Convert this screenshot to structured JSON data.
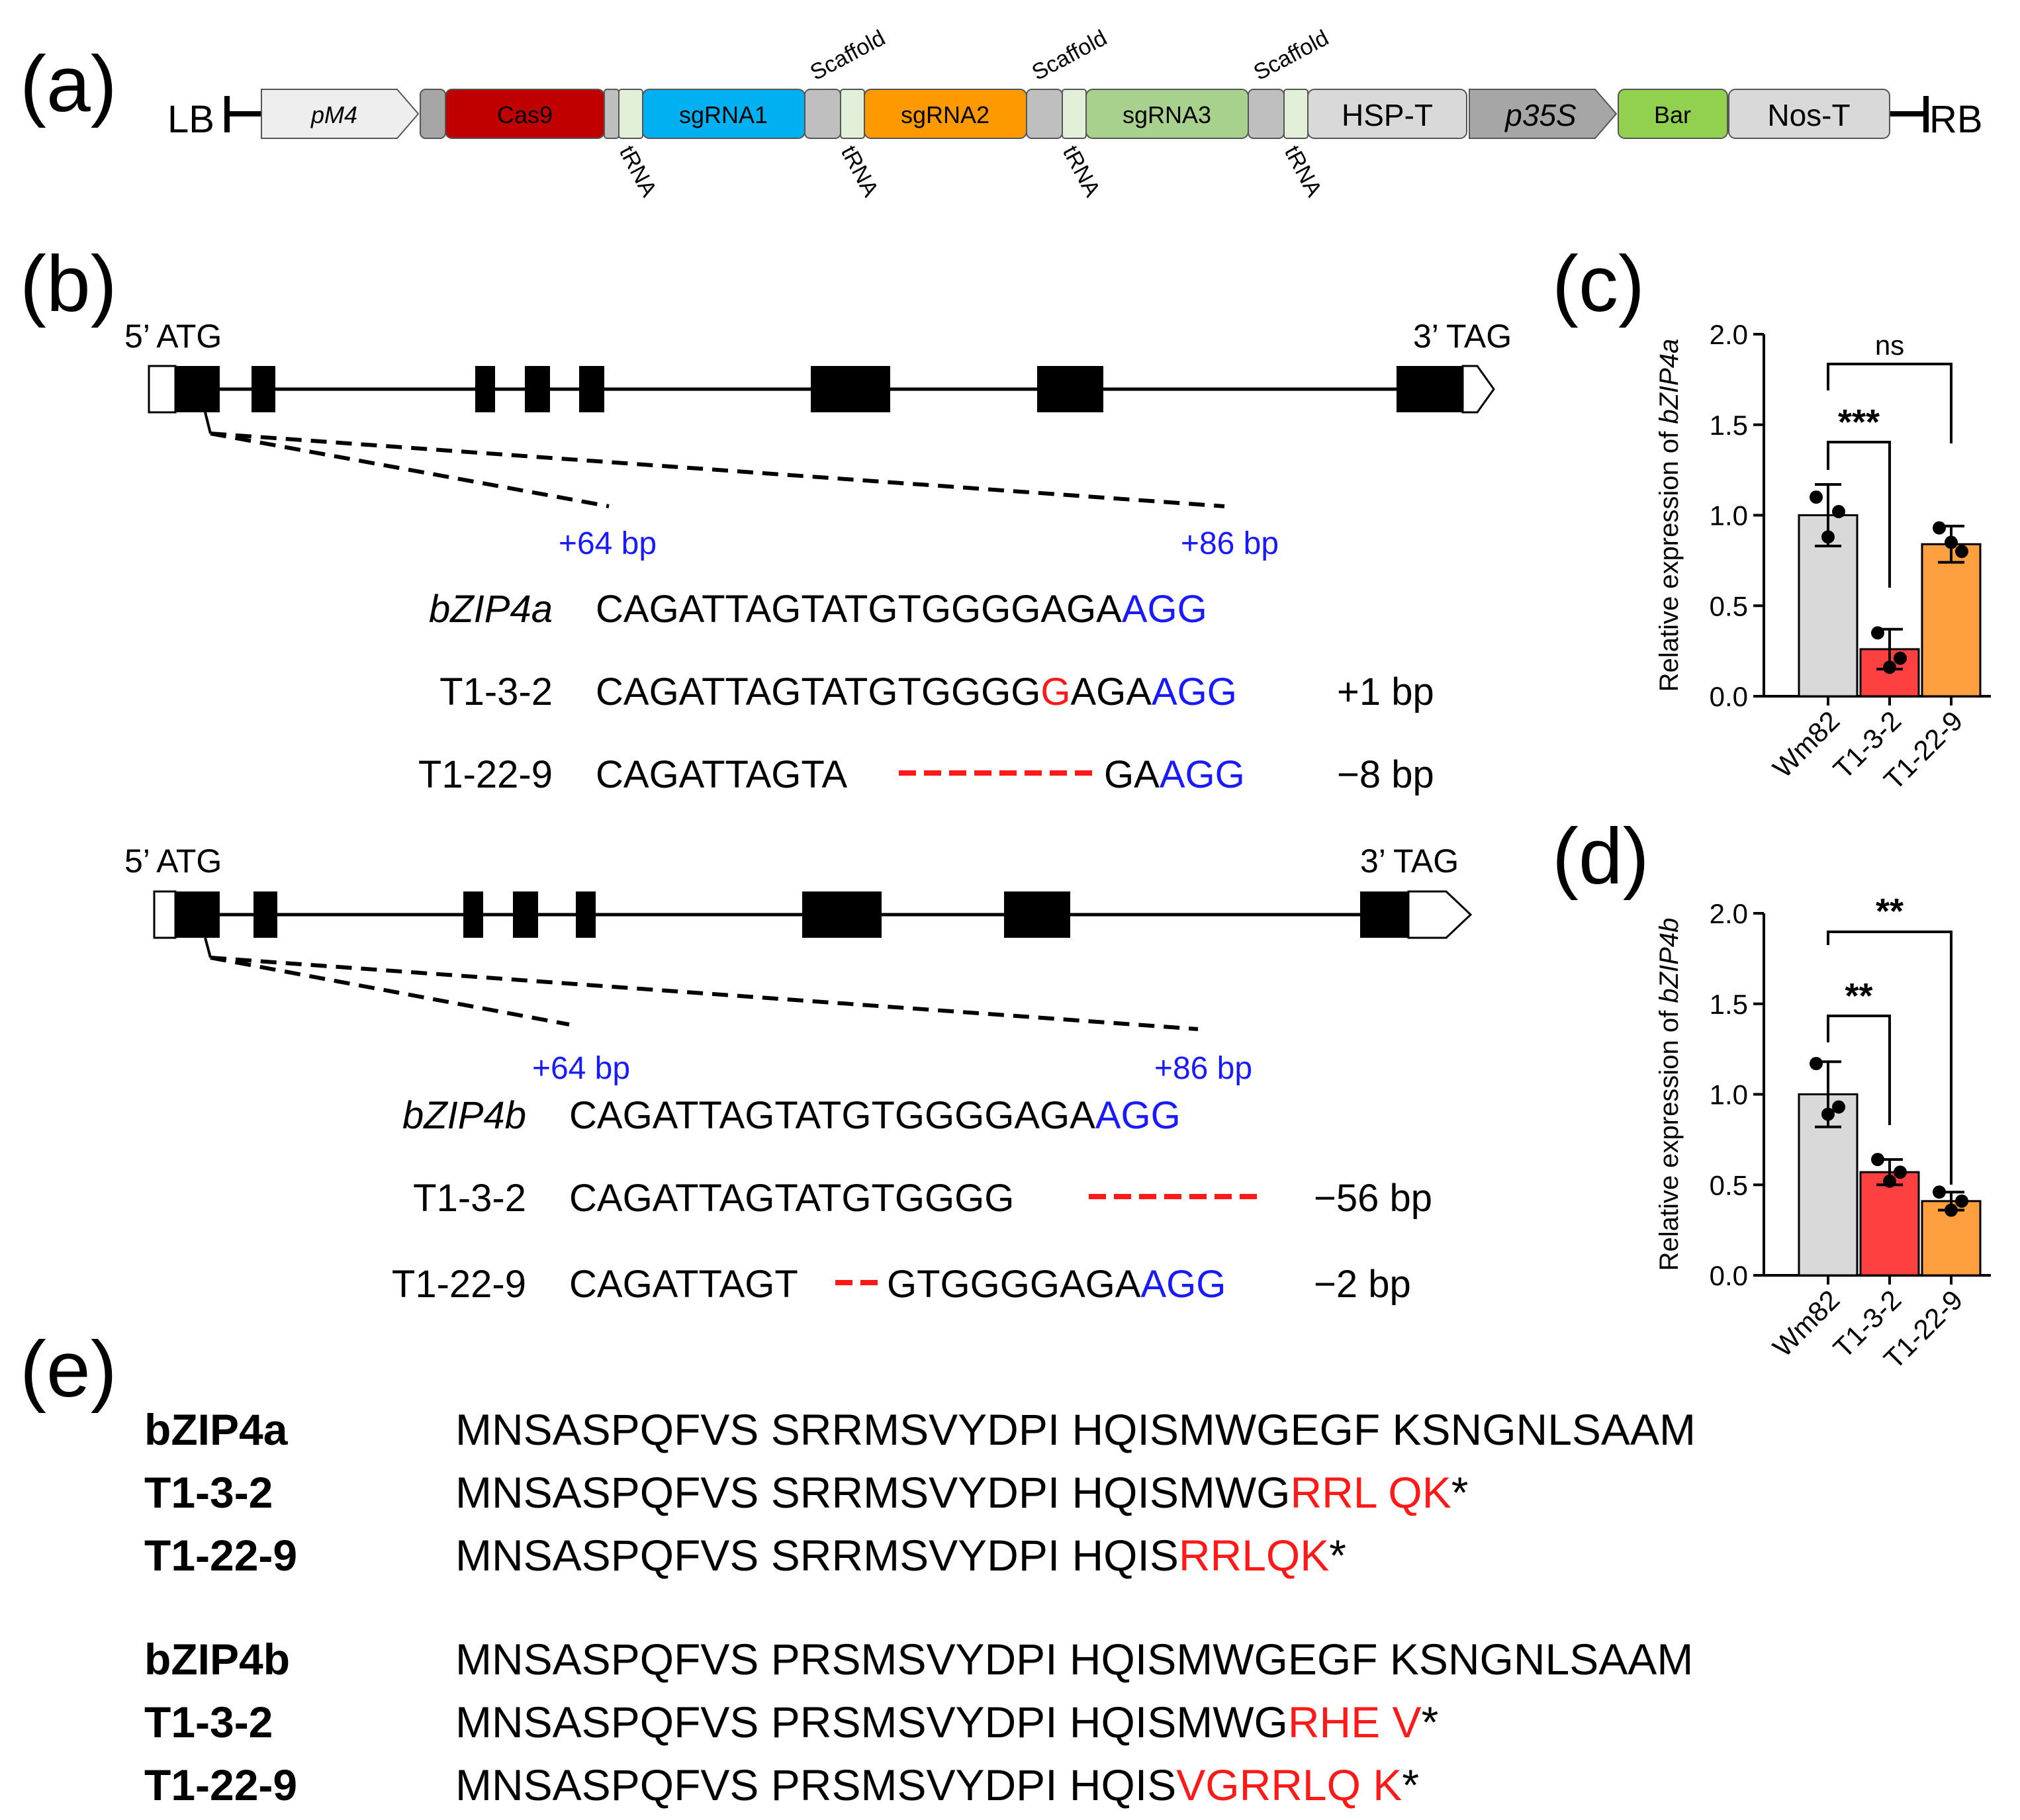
{
  "panel_labels": {
    "a": "(a)",
    "b": "(b)",
    "c": "(c)",
    "d": "(d)",
    "e": "(e)"
  },
  "construct": {
    "lb": "LB",
    "rb": "RB",
    "elements": [
      "pM4",
      "Cas9",
      "sgRNA1",
      "sgRNA2",
      "sgRNA3",
      "HSP-T",
      "p35S",
      "Bar",
      "Nos-T"
    ],
    "scaffold": "Scaffold",
    "trna": "tRNA",
    "colors": {
      "pM4": "#eeeeee",
      "linker": "#a6a6a6",
      "Cas9": "#c00000",
      "sgRNA1": "#00b0f0",
      "sgRNA2": "#ff9900",
      "sgRNA3": "#a9d18e",
      "scaffold": "#bfbfbf",
      "trna": "#e2f0d9",
      "HSP-T": "#d9d9d9",
      "p35S": "#a6a6a6",
      "Bar": "#92d050",
      "Nos-T": "#d9d9d9"
    }
  },
  "gene_a": {
    "start": "5’ ATG",
    "end": "3’ TAG",
    "pos1": "+64 bp",
    "pos2": "+86 bp",
    "rows": [
      {
        "label": "bZIP4a",
        "seq1": "CAGATTAGTATGTGGGGAGA",
        "red": "",
        "seq2": "",
        "pam": "AGG",
        "note": ""
      },
      {
        "label": "T1-3-2",
        "seq1": "CAGATTAGTATGTGGGG",
        "red": "G",
        "seq2": "AGA",
        "pam": "AGG",
        "note": "+1 bp"
      },
      {
        "label": "T1-22-9",
        "seq1": "CAGATTAGTA",
        "red": "--------",
        "seq2": "GA",
        "pam": "AGG",
        "note": "−8 bp"
      }
    ]
  },
  "gene_b": {
    "start": "5’ ATG",
    "end": "3’ TAG",
    "pos1": "+64 bp",
    "pos2": "+86 bp",
    "rows": [
      {
        "label": "bZIP4b",
        "seq1": "CAGATTAGTATGTGGGGAGA",
        "red": "",
        "seq2": "",
        "pam": "AGG",
        "note": ""
      },
      {
        "label": "T1-3-2",
        "seq1": "CAGATTAGTATGTGGGG",
        "red": "-------",
        "seq2": "",
        "pam": "",
        "note": "−56 bp"
      },
      {
        "label": "T1-22-9",
        "seq1": "CAGATTAGT",
        "red": "--",
        "seq2": "GTGGGGAGA",
        "pam": "AGG",
        "note": "−2 bp"
      }
    ]
  },
  "charts": {
    "c": {
      "ylabel_prefix": "Relative expression of ",
      "ylabel_gene": "bZIP4a",
      "sig": [
        "***",
        "ns"
      ]
    },
    "d": {
      "ylabel_prefix": "Relative expression of ",
      "ylabel_gene": "bZIP4b",
      "sig": [
        "**",
        "**"
      ]
    }
  },
  "chart_data": [
    {
      "type": "bar",
      "categories": [
        "Wm82",
        "T1-3-2",
        "T1-22-9"
      ],
      "values": [
        1.0,
        0.26,
        0.84
      ],
      "error": [
        0.17,
        0.11,
        0.1
      ],
      "points": [
        [
          1.1,
          1.02,
          0.88
        ],
        [
          0.35,
          0.21,
          0.16
        ],
        [
          0.93,
          0.8,
          0.85
        ]
      ],
      "colors": [
        "#d9d9d9",
        "#ff4040",
        "#ffa040"
      ],
      "ylabel": "Relative expression of bZIP4a",
      "ylim": [
        0,
        2.0
      ],
      "yticks": [
        "0.0",
        "0.5",
        "1.0",
        "1.5",
        "2.0"
      ]
    },
    {
      "type": "bar",
      "categories": [
        "Wm82",
        "T1-3-2",
        "T1-22-9"
      ],
      "values": [
        1.0,
        0.57,
        0.41
      ],
      "error": [
        0.18,
        0.07,
        0.05
      ],
      "points": [
        [
          1.17,
          0.93,
          0.89
        ],
        [
          0.64,
          0.57,
          0.52
        ],
        [
          0.46,
          0.41,
          0.36
        ]
      ],
      "colors": [
        "#d9d9d9",
        "#ff4040",
        "#ffa040"
      ],
      "ylabel": "Relative expression of bZIP4b",
      "ylim": [
        0,
        2.0
      ],
      "yticks": [
        "0.0",
        "0.5",
        "1.0",
        "1.5",
        "2.0"
      ]
    }
  ],
  "protein": {
    "groups": [
      [
        {
          "label": "bZIP4a",
          "seq": "MNSASPQFVS SRRMSVYDPI HQISMWGEGF KSNGNLSAAM",
          "red": "",
          "star": ""
        },
        {
          "label": "T1-3-2",
          "seq": "MNSASPQFVS SRRMSVYDPI HQISMWG",
          "red": "RRL QK",
          "star": "*"
        },
        {
          "label": "T1-22-9",
          "seq": "MNSASPQFVS SRRMSVYDPI HQIS",
          "red": "RRLQK",
          "star": "*"
        }
      ],
      [
        {
          "label": "bZIP4b",
          "seq": "MNSASPQFVS PRSMSVYDPI HQISMWGEGF KSNGNLSAAM",
          "red": "",
          "star": ""
        },
        {
          "label": "T1-3-2",
          "seq": "MNSASPQFVS PRSMSVYDPI HQISMWG",
          "red": "RHE V",
          "star": "*"
        },
        {
          "label": "T1-22-9",
          "seq": "MNSASPQFVS PRSMSVYDPI HQIS",
          "red": "VGRRLQ K",
          "star": "*"
        }
      ]
    ]
  }
}
